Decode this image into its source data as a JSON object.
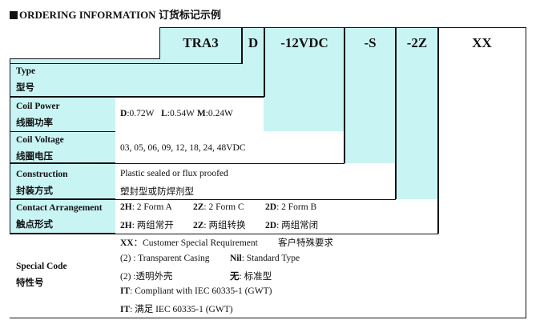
{
  "header": {
    "title": "ORDERING INFORMATION 订货标记示例"
  },
  "codes": [
    "TRA3",
    "D",
    "-12VDC",
    "-S",
    "-2Z",
    "XX"
  ],
  "rows": {
    "type": {
      "en": "Type",
      "cn": "型号"
    },
    "coil_power": {
      "en": "Coil Power",
      "cn": "线圈功率",
      "d_key": "D",
      "d_val": ":0.72W",
      "l_key": "L",
      "l_val": ":0.54W",
      "m_key": "M",
      "m_val": ":0.24W"
    },
    "coil_voltage": {
      "en": "Coil Voltage",
      "cn": "线圈电压",
      "values": "03, 05, 06, 09, 12, 18, 24, 48VDC"
    },
    "construction": {
      "en": "Construction",
      "cn": "封装方式",
      "line1": "Plastic sealed or flux proofed",
      "line2": "塑封型或防焊剂型"
    },
    "contact": {
      "en": "Contact Arrangement",
      "cn": "触点形式",
      "en_items": [
        {
          "key": "2H",
          "val": ": 2 Form A"
        },
        {
          "key": "2Z",
          "val": ": 2 Form C"
        },
        {
          "key": "2D",
          "val": ": 2 Form B"
        }
      ],
      "cn_items": [
        {
          "key": "2H",
          "val": ": 两组常开"
        },
        {
          "key": "2Z",
          "val": ": 两组转换"
        },
        {
          "key": "2D",
          "val": ": 两组常闭"
        }
      ]
    },
    "special": {
      "en": "Special Code",
      "cn": "特性号",
      "xx_key": "XX",
      "xx_val": "：Customer Special Requirement",
      "xx_cn": "客户特殊要求",
      "p2_en": "(2) : Transparent Casing",
      "nil_key": "Nil",
      "nil_val": ": Standard Type",
      "p2_cn": "(2) :透明外壳",
      "wu_key": "无",
      "wu_val": ": 标准型",
      "it_key": "IT",
      "it_en": ": Compliant with IEC 60335-1 (GWT)",
      "it_key2": "IT",
      "it_cn": ": 满足 IEC 60335-1 (GWT)"
    }
  }
}
